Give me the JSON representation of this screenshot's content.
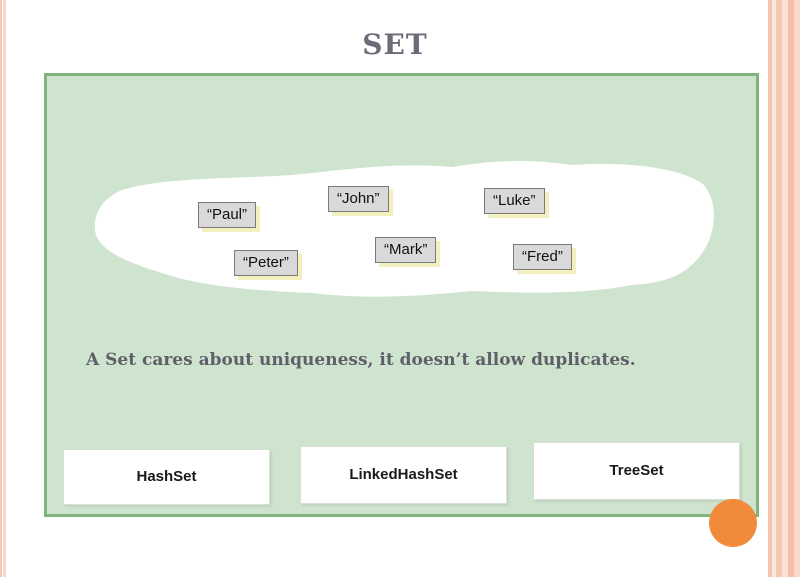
{
  "slide": {
    "title": "SET",
    "tagline": "A Set cares about uniqueness, it doesn’t allow duplicates.",
    "words": [
      "“Paul”",
      "“John”",
      "“Luke”",
      "“Peter”",
      "“Mark”",
      "“Fred”"
    ],
    "implementations": [
      "HashSet",
      "LinkedHashSet",
      "TreeSet"
    ]
  },
  "colors": {
    "panel_fill": "#cfe4cf",
    "panel_border": "#7fb47a",
    "accent_dot": "#f28a3c",
    "title_text": "#6b6b7a"
  }
}
